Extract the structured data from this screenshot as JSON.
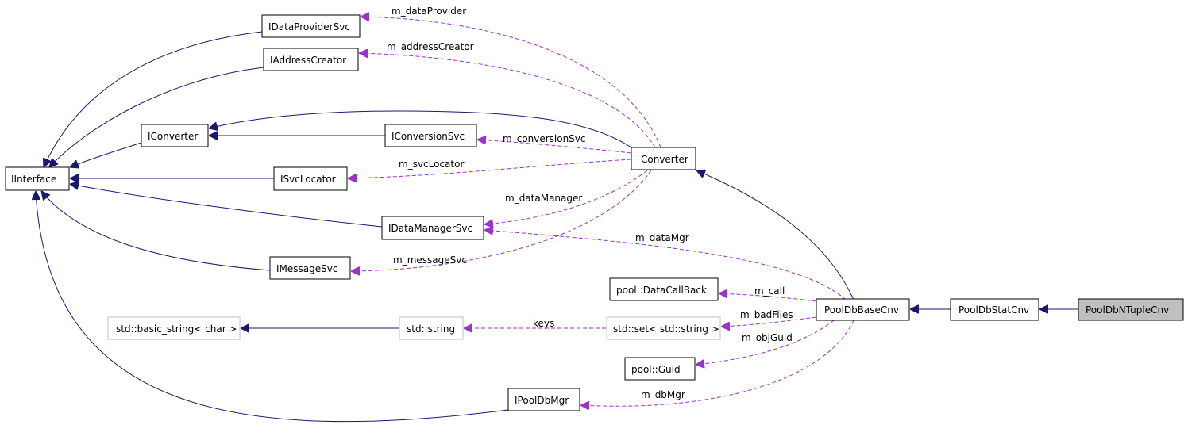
{
  "nodes": {
    "iinterface": "IInterface",
    "idataprovidersvc": "IDataProviderSvc",
    "iaddresscreator": "IAddressCreator",
    "iconverter": "IConverter",
    "iconversionsvc": "IConversionSvc",
    "isvclocator": "ISvcLocator",
    "idatamanagersvc": "IDataManagerSvc",
    "imessagesvc": "IMessageSvc",
    "basic_string": "std::basic_string< char >",
    "std_string": "std::string",
    "ipooldbmgr": "IPoolDbMgr",
    "converter": "Converter",
    "datacallback": "pool::DataCallBack",
    "std_set": "std::set< std::string >",
    "guid": "pool::Guid",
    "pooldbbasecnv": "PoolDbBaseCnv",
    "pooldbstatcnv": "PoolDbStatCnv",
    "pooldbntuplecnv": "PoolDbNTupleCnv"
  },
  "edge_labels": {
    "m_dataProvider": "m_dataProvider",
    "m_addressCreator": "m_addressCreator",
    "m_conversionSvc": "m_conversionSvc",
    "m_svcLocator": "m_svcLocator",
    "m_dataManager": "m_dataManager",
    "m_dataMgr": "m_dataMgr",
    "m_messageSvc": "m_messageSvc",
    "m_call": "m_call",
    "keys": "keys",
    "m_badFiles": "m_badFiles",
    "m_objGuid": "m_objGuid",
    "m_dbMgr": "m_dbMgr"
  },
  "colors": {
    "inheritance_edge": "#191970",
    "usage_edge": "#9a32cd",
    "current_node_fill": "#bfbfbf",
    "external_node_border": "#bfbfbf"
  }
}
